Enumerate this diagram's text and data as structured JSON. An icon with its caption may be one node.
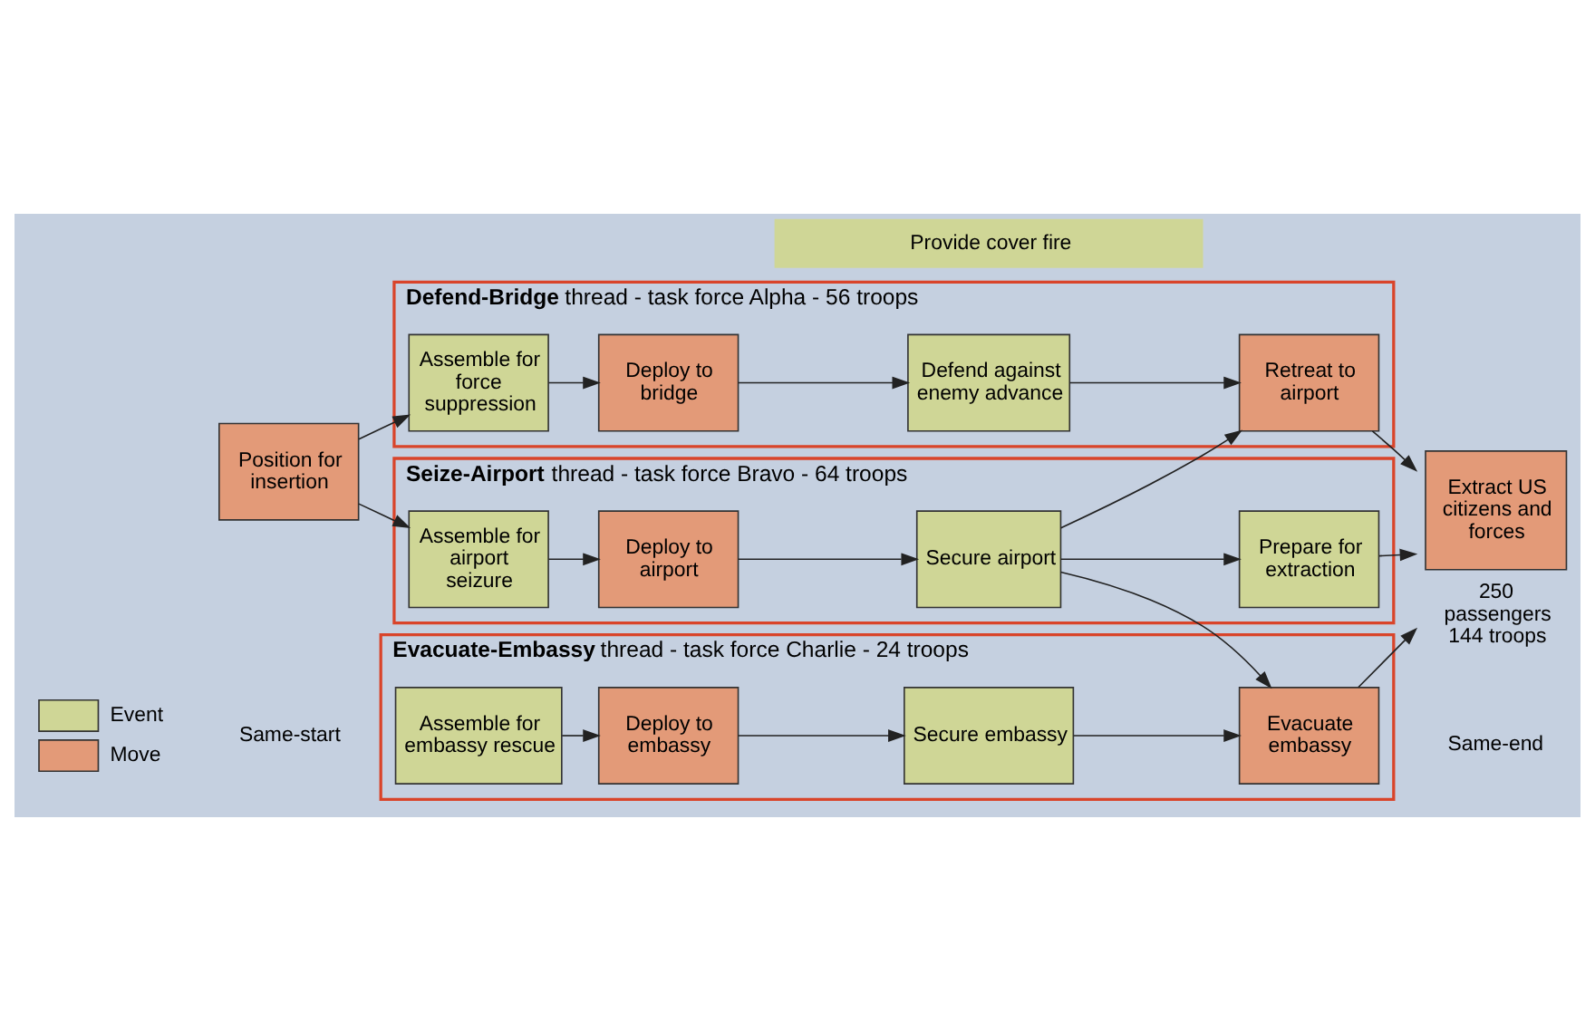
{
  "diagram": {
    "nodes": [
      {
        "text": [
          "Provide cover fire"
        ]
      },
      {
        "text": [
          "**Defend-Bridge** thread - task force Alpha - 56 troops"
        ]
      },
      {
        "text": [
          "Assemble for force suppression"
        ],
        "in": 1
      },
      {
        "text": [
          "Deploy to bridge"
        ],
        "in": 1
      },
      {
        "text": [
          "Defend against enemy advance"
        ],
        "in": 1
      },
      {
        "text": [
          "Retreat to airport"
        ],
        "in": 1
      },
      {
        "text": [
          "Position for insertion"
        ]
      },
      {
        "text": [
          "**Seize-Airport** thread - task force Bravo - 64 troops"
        ]
      },
      {
        "text": [
          "Assemble for airport seizure"
        ],
        "in": 7
      },
      {
        "text": [
          "Deploy to airport"
        ],
        "in": 7
      },
      {
        "text": [
          "Secure airport"
        ],
        "in": 7
      },
      {
        "text": [
          "Prepare for extraction"
        ],
        "in": 7
      },
      {
        "text": [
          "Extract US citizens and forces"
        ],
        "beside": [
          "250 passengers 144 troops"
        ]
      },
      {
        "text": [
          "**Evacuate-Embassy** thread - task force Charlie - 24 troops"
        ]
      },
      {
        "text": [
          "Assemble for embassy rescue"
        ],
        "in": 13
      },
      {
        "text": [
          "Deploy to embassy"
        ],
        "in": 13
      },
      {
        "text": [
          "Secure embassy"
        ],
        "in": 13
      },
      {
        "text": [
          "Evacuate embassy"
        ],
        "in": 13
      }
    ],
    "edges": [
      {
        "from": 6,
        "to": 2,
        "arrow": "to"
      },
      {
        "from": 6,
        "to": 8,
        "arrow": "to"
      },
      {
        "from": 2,
        "to": 3,
        "arrow": "to"
      },
      {
        "from": 3,
        "to": 4,
        "arrow": "to"
      },
      {
        "from": 4,
        "to": 5,
        "arrow": "to"
      },
      {
        "from": 8,
        "to": 9,
        "arrow": "to"
      },
      {
        "from": 9,
        "to": 10,
        "arrow": "to"
      },
      {
        "from": 10,
        "to": 11,
        "arrow": "to"
      },
      {
        "from": 14,
        "to": 15,
        "arrow": "to"
      },
      {
        "from": 15,
        "to": 16,
        "arrow": "to"
      },
      {
        "from": 16,
        "to": 17,
        "arrow": "to"
      },
      {
        "from": 10,
        "to": 5,
        "arrow": "to"
      },
      {
        "from": 10,
        "to": 17,
        "arrow": "to"
      },
      {
        "from": 5,
        "to": 12,
        "arrow": "to"
      },
      {
        "from": 11,
        "to": 12,
        "arrow": "to"
      },
      {
        "from": 17,
        "to": 12,
        "arrow": "to"
      }
    ],
    "labels": [
      "Same-start",
      "Same-end"
    ],
    "legend": [
      {
        "text": "Event",
        "color": "#cfd696"
      },
      {
        "text": "Move",
        "color": "#e39a78"
      }
    ]
  }
}
